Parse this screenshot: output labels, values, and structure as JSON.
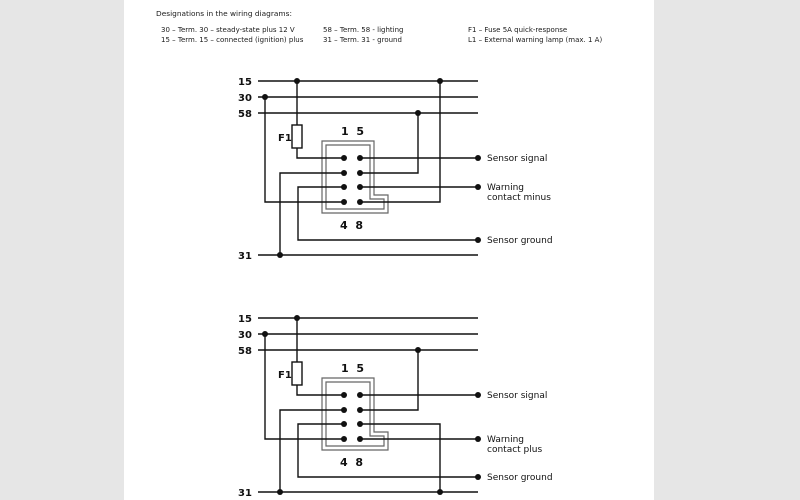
{
  "legend": {
    "title": "Designations in the wiring diagrams:",
    "items": [
      "30 – Term. 30 – steady-state plus 12 V",
      "15 – Term. 15 – connected (ignition) plus",
      "58 – Term. 58 - lighting",
      "31 – Term. 31 - ground",
      "F1 – Fuse 5A quick-response",
      "L1 – External warning lamp (max. 1 A)"
    ]
  },
  "diagrams": [
    {
      "bus_labels": [
        "15",
        "30",
        "58",
        "31"
      ],
      "fuse_label": "F1",
      "pin_labels_top": "1  5",
      "pin_labels_bottom": "4  8",
      "outputs": [
        "Sensor signal",
        "Warning",
        "contact minus",
        "Sensor ground"
      ]
    },
    {
      "bus_labels": [
        "15",
        "30",
        "58",
        "31"
      ],
      "fuse_label": "F1",
      "pin_labels_top": "1  5",
      "pin_labels_bottom": "4  8",
      "outputs": [
        "Sensor signal",
        "Warning",
        "contact plus",
        "Sensor ground"
      ]
    }
  ]
}
